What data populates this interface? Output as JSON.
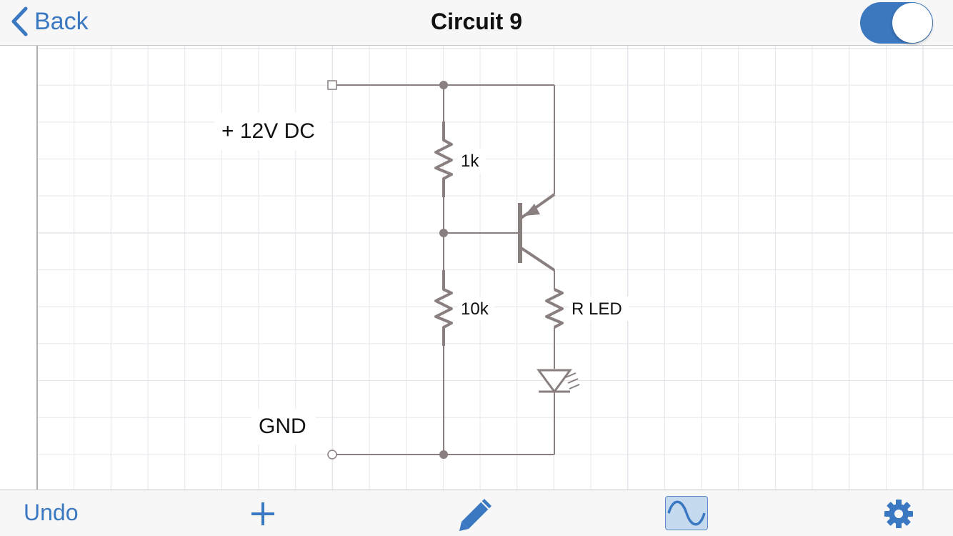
{
  "navbar": {
    "back_label": "Back",
    "title": "Circuit 9",
    "toggle_on": true
  },
  "circuit": {
    "supply_label": "+ 12V DC",
    "ground_label": "GND",
    "r1_label": "1k",
    "r2_label": "10k",
    "r3_label": "R LED"
  },
  "toolbar": {
    "undo_label": "Undo",
    "add_icon": "plus-icon",
    "draw_icon": "pencil-icon",
    "simulate_icon": "sine-wave-icon",
    "settings_icon": "gear-icon"
  },
  "colors": {
    "accent": "#3a78c2",
    "wire": "#8a7f7f",
    "grid": "#e6e6ec"
  }
}
